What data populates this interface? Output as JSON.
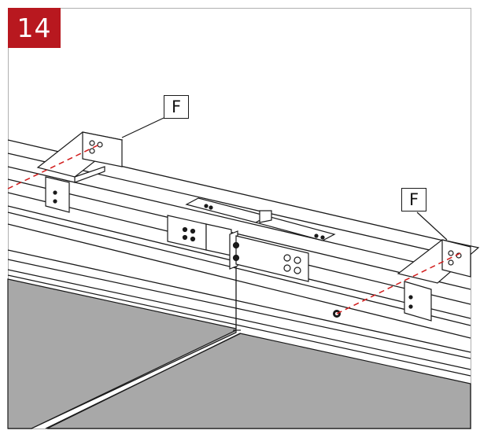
{
  "step": {
    "number": "14"
  },
  "callouts": [
    {
      "label": "F"
    },
    {
      "label": "F"
    }
  ],
  "colors": {
    "step_badge": "#b8181f",
    "guide_line": "#d11a1a",
    "panel_fill": "#a8a8a8",
    "linework": "#1a1a1a"
  }
}
